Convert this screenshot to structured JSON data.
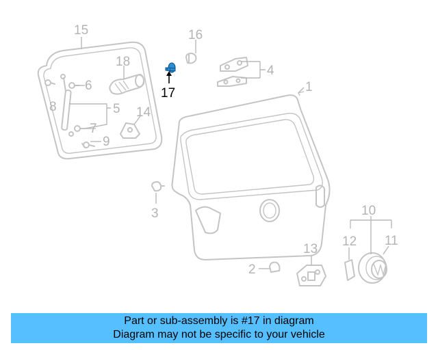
{
  "diagram": {
    "highlight_color": "#2b8fd6",
    "callouts": {
      "c1": "1",
      "c2": "2",
      "c3": "3",
      "c4": "4",
      "c5": "5",
      "c6": "6",
      "c7": "7",
      "c8": "8",
      "c9": "9",
      "c10": "10",
      "c11": "11",
      "c12": "12",
      "c13": "13",
      "c14": "14",
      "c15": "15",
      "c16": "16",
      "c17": "17",
      "c18": "18"
    }
  },
  "banner": {
    "line1": "Part or sub-assembly is #17 in diagram",
    "line2": "Diagram may not be specific to your vehicle",
    "background": "#55bfff"
  }
}
